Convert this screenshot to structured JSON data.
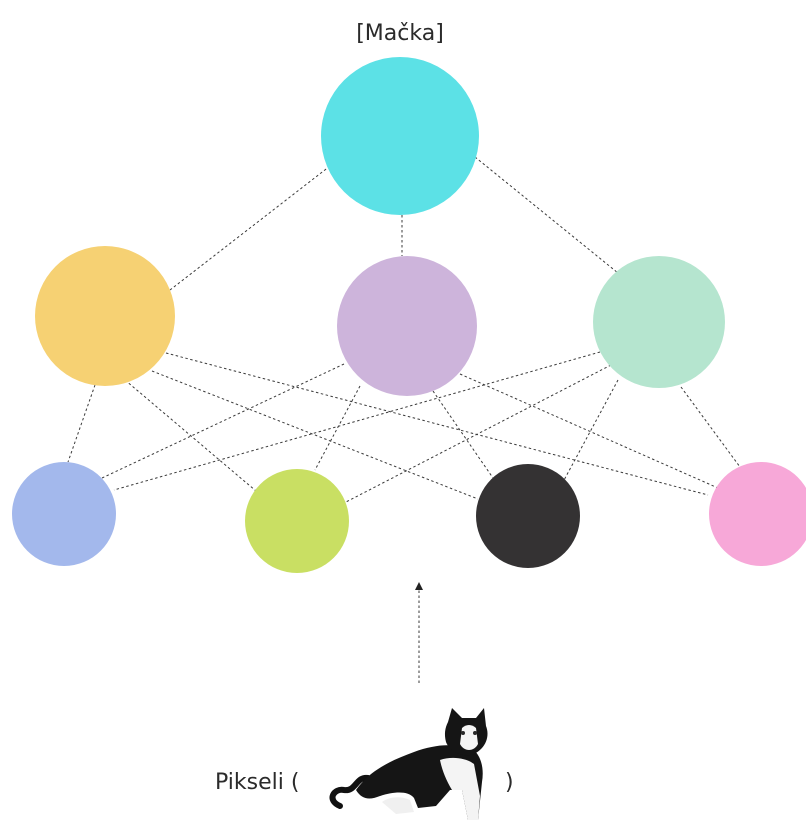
{
  "output_label": "[Mačka]",
  "input_label_prefix": "Pikseli (",
  "input_label_suffix": ")",
  "input_image": "cat-photo",
  "nodes": {
    "output": {
      "color": "#5CE1E6"
    },
    "hidden": [
      {
        "color": "#F6D173"
      },
      {
        "color": "#CDB4DB"
      },
      {
        "color": "#B5E5CF"
      }
    ],
    "input": [
      {
        "color": "#A3B8EC"
      },
      {
        "color": "#C9DF63"
      },
      {
        "color": "#343233"
      },
      {
        "color": "#F7A8D8"
      }
    ]
  },
  "input_arrow": "arrow-up"
}
